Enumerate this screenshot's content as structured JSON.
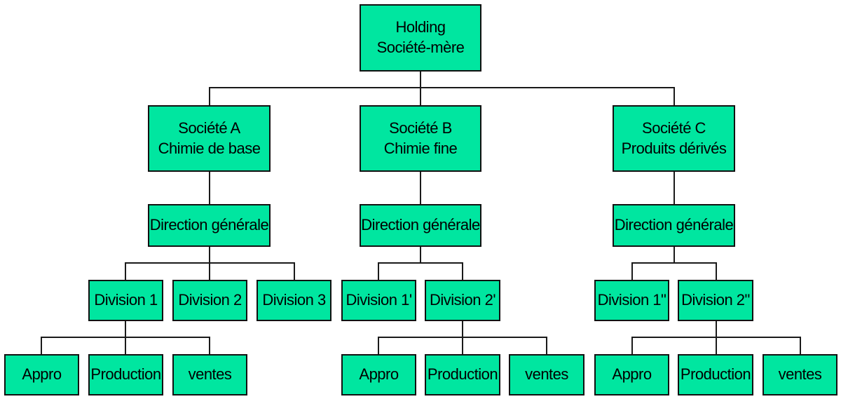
{
  "org_chart": {
    "holding": {
      "line1": "Holding",
      "line2": "Société-mère"
    },
    "companies": [
      {
        "line1": "Société A",
        "line2": "Chimie de base",
        "direction": "Direction générale",
        "divisions": [
          "Division 1",
          "Division 2",
          "Division 3"
        ],
        "depts": [
          "Appro",
          "Production",
          "ventes"
        ]
      },
      {
        "line1": "Société B",
        "line2": "Chimie fine",
        "direction": "Direction générale",
        "divisions": [
          "Division 1'",
          "Division 2'"
        ],
        "depts": [
          "Appro",
          "Production",
          "ventes"
        ]
      },
      {
        "line1": "Société C",
        "line2": "Produits dérivés",
        "direction": "Direction générale",
        "divisions": [
          "Division 1\"",
          "Division 2\""
        ],
        "depts": [
          "Appro",
          "Production",
          "ventes"
        ]
      }
    ]
  },
  "colors": {
    "box_fill": "#00e6a0",
    "border": "#111111",
    "connector": "#1a1a1a"
  }
}
